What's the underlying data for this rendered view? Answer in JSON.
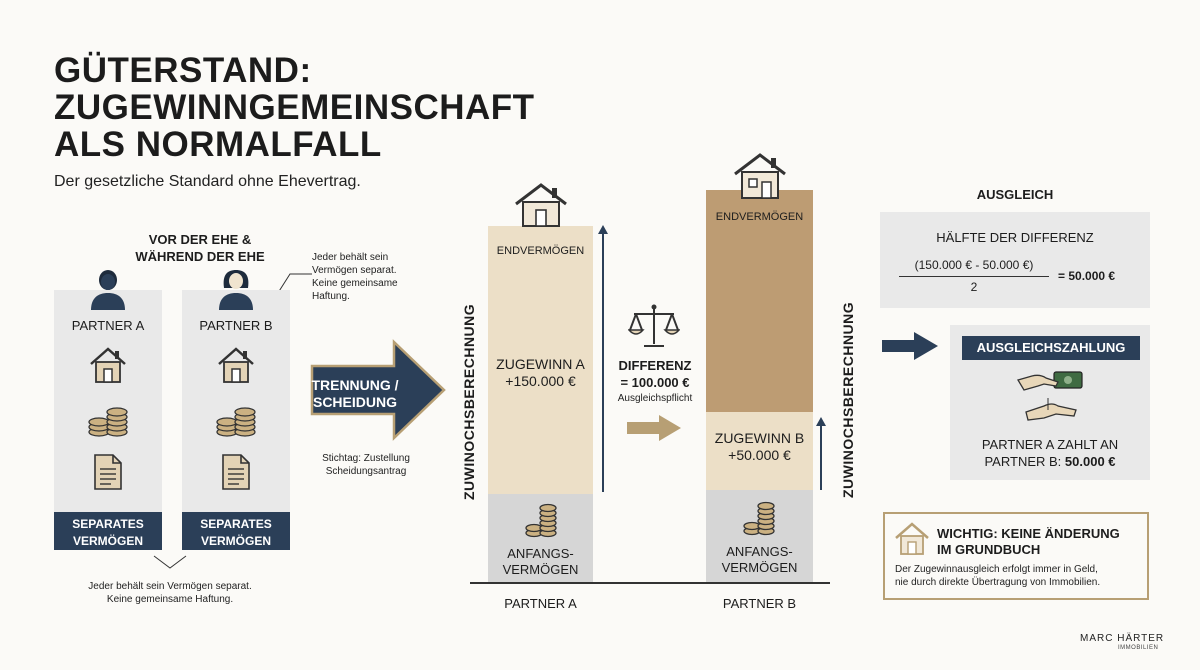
{
  "header": {
    "title_line1": "GÜTERSTAND:",
    "title_line2": "ZUGEWINNGEMEINSCHAFT",
    "title_line3": "ALS NORMALFALL",
    "subtitle": "Der gesetzliche Standard ohne Ehevertrag."
  },
  "before": {
    "heading_line1": "VOR DER EHE &",
    "heading_line2": "WÄHREND DER EHE",
    "partner_a": "PARTNER A",
    "partner_b": "PARTNER B",
    "separate_line1": "SEPARATES",
    "separate_line2": "VERMÖGEN",
    "callout_line1": "Jeder behält sein",
    "callout_line2": "Vermögen separat.",
    "callout_line3": "Keine gemeinsame",
    "callout_line4": "Haftung.",
    "bottom_note_line1": "Jeder behält sein Vermögen separat.",
    "bottom_note_line2": "Keine gemeinsame Haftung."
  },
  "separation": {
    "arrow_line1": "TRENNUNG /",
    "arrow_line2": "SCHEIDUNG",
    "note_line1": "Stichtag: Zustellung",
    "note_line2": "Scheidungsantrag"
  },
  "comparison": {
    "axis_label": "ZUWINOCHSBERECHNUNG",
    "partner_a": {
      "label": "PARTNER A",
      "endvermoegen": "ENDVERMÖGEN",
      "zugewinn_label": "ZUGEWINN A",
      "zugewinn_value": "+150.000 €",
      "anfang_line1": "ANFANGS-",
      "anfang_line2": "VERMÖGEN"
    },
    "partner_b": {
      "label": "PARTNER B",
      "endvermoegen": "ENDVERMÖGEN",
      "zugewinn_label": "ZUGEWINN B",
      "zugewinn_value": "+50.000 €",
      "anfang_line1": "ANFANGS-",
      "anfang_line2": "VERMÖGEN"
    },
    "difference_label": "DIFFERENZ",
    "difference_value": "= 100.000 €",
    "difference_note": "Ausgleichspflicht"
  },
  "ausgleich": {
    "heading": "AUSGLEICH",
    "half_label": "HÄLFTE DER DIFFERENZ",
    "numerator": "(150.000 € - 50.000 €)",
    "denominator": "2",
    "result": "= 50.000 €",
    "payment_badge": "AUSGLEICHSZAHLUNG",
    "payment_line1": "PARTNER A ZAHLT AN",
    "payment_line2_prefix": "PARTNER B: ",
    "payment_line2_amount": "50.000 €"
  },
  "important": {
    "title_line1": "WICHTIG: KEINE ÄNDERUNG",
    "title_line2": "IM GRUNDBUCH",
    "text_line1": "Der Zugewinnausgleich erfolgt immer in Geld,",
    "text_line2": "nie durch direkte Übertragung von Immobilien."
  },
  "brand": {
    "name": "MARC HÄRTER",
    "sub": "IMMOBILIEN"
  },
  "colors": {
    "navy": "#2b3f58",
    "light_tan": "#ecdfc7",
    "dark_tan": "#bd9c73",
    "gray_block": "#d6d6d6",
    "panel_gray": "#e9e9e9",
    "gold_arrow": "#b79f74"
  }
}
